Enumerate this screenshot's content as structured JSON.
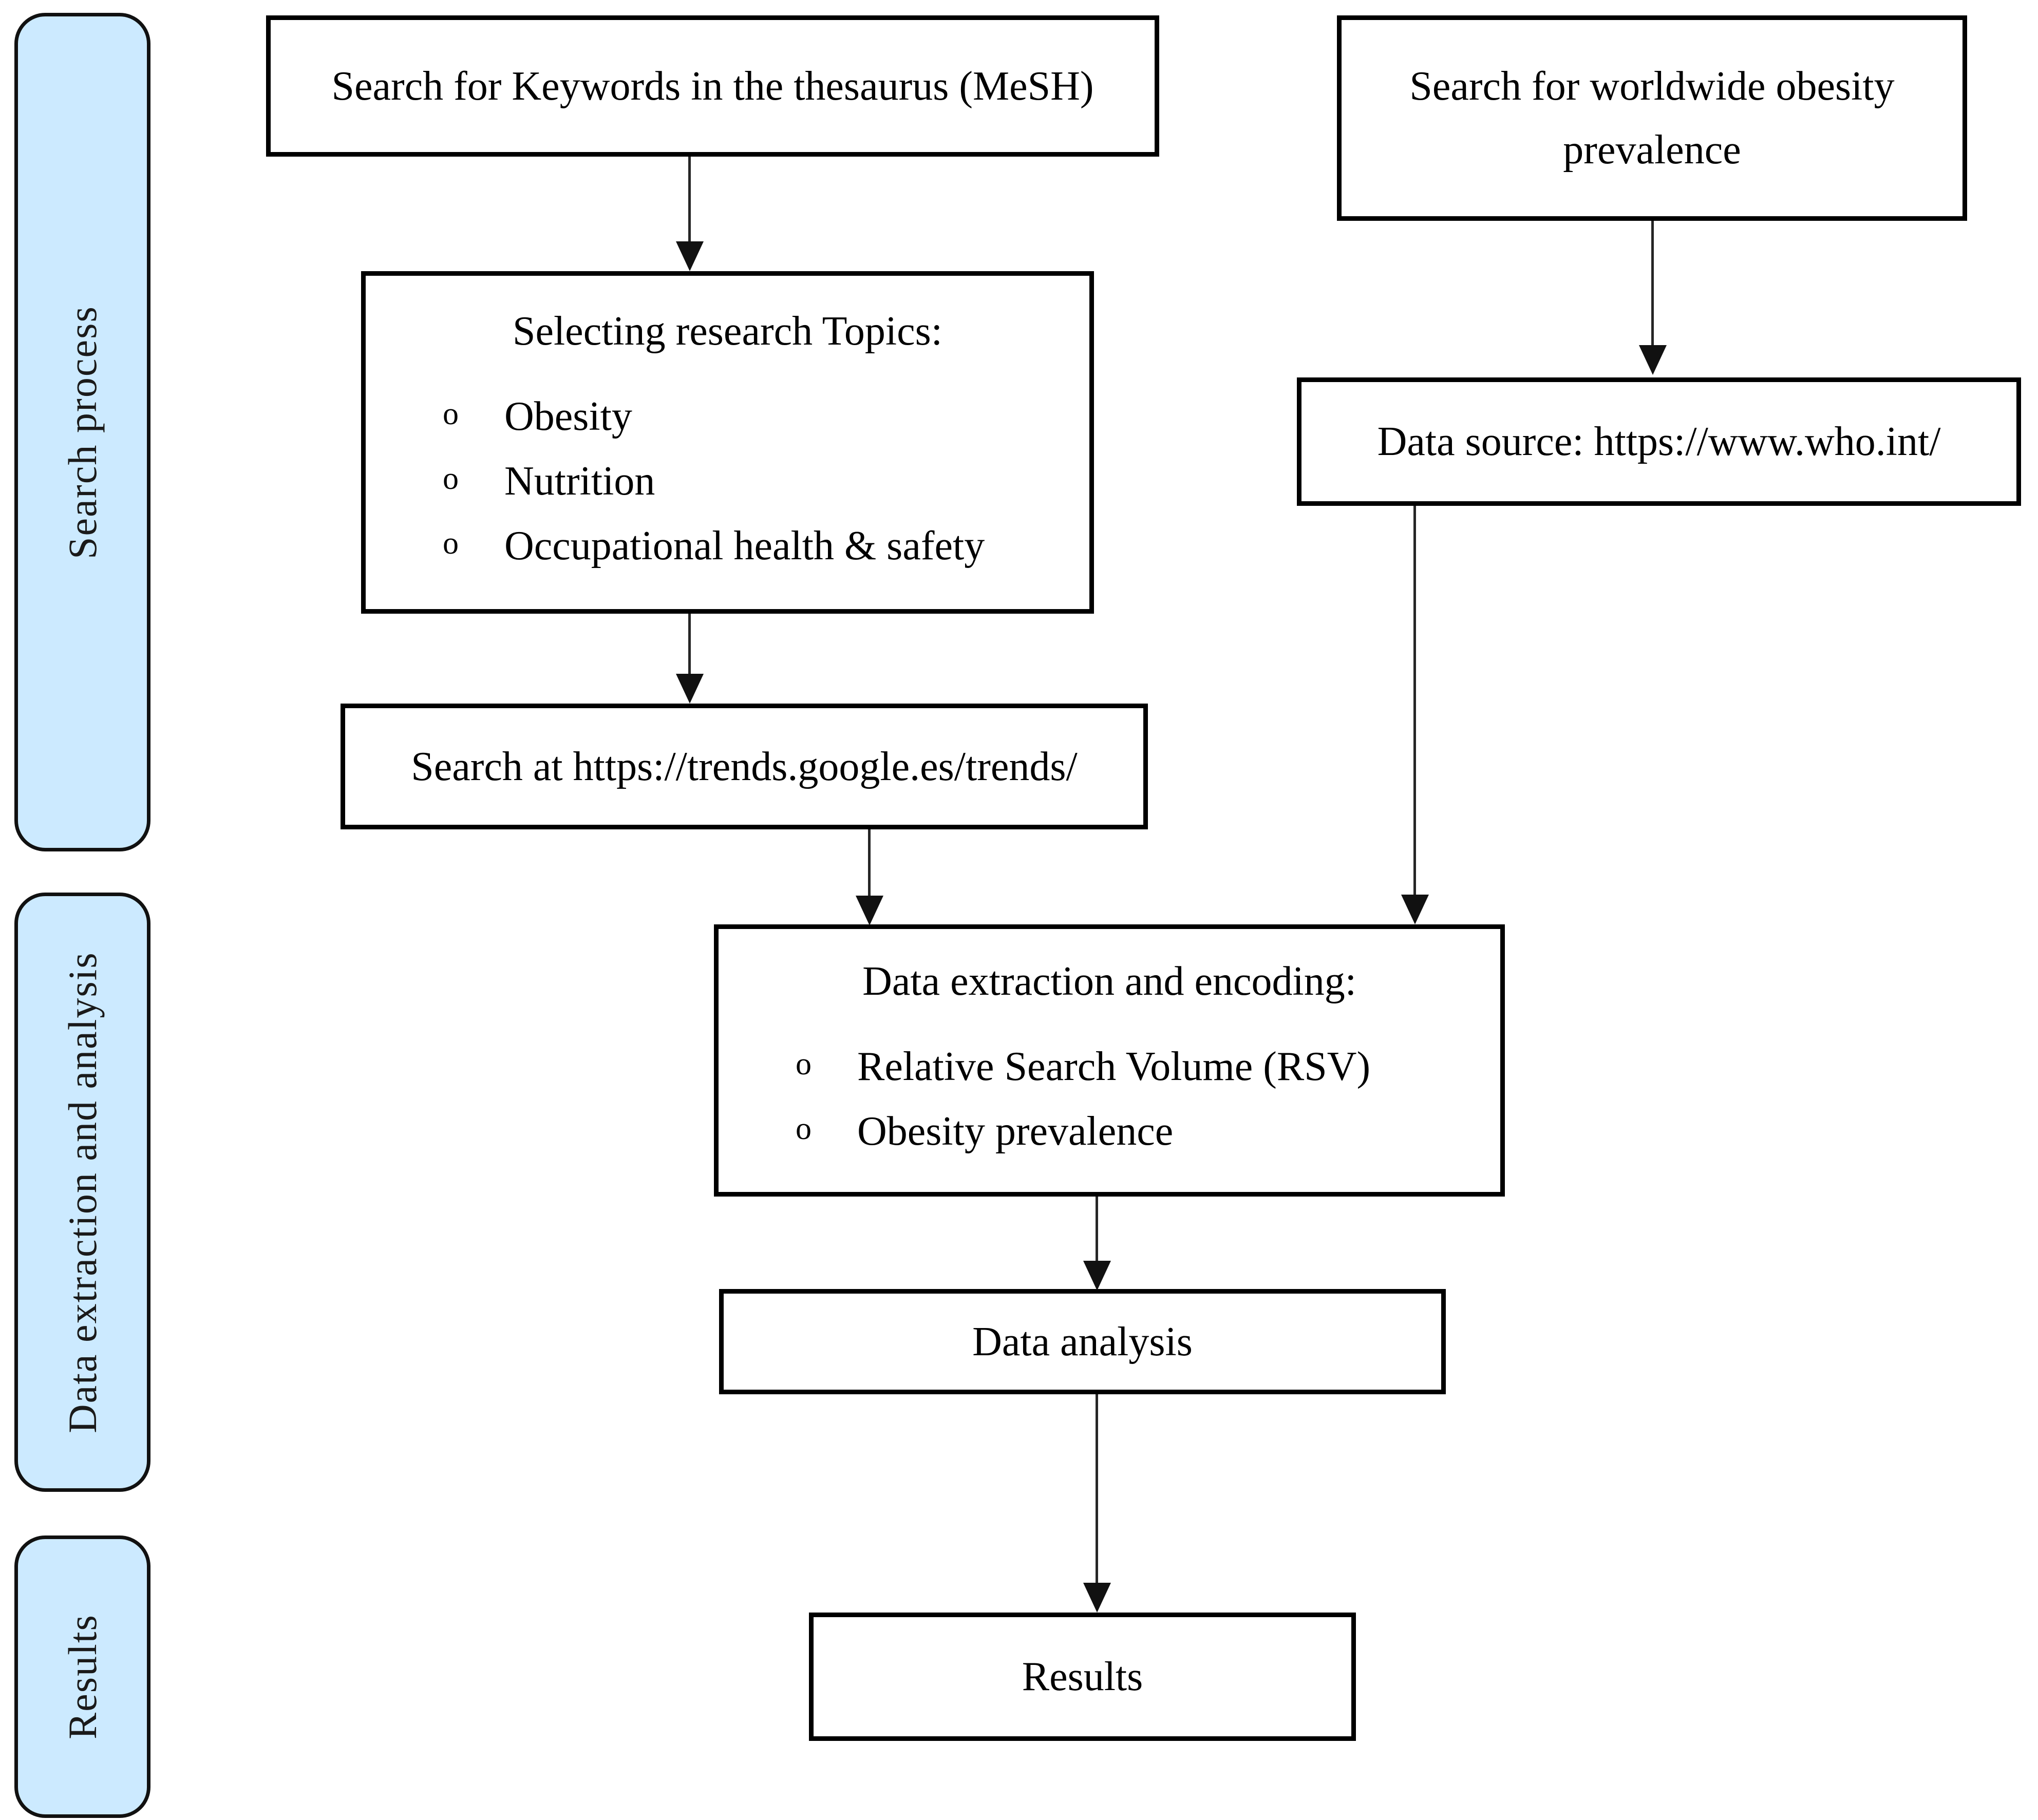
{
  "figure": {
    "type": "flowchart",
    "orientation": "top-to-bottom",
    "accent_color": "#cceaff",
    "line_color": "#000000"
  },
  "phases": [
    {
      "id": "search-process",
      "label": "Search process"
    },
    {
      "id": "data-extraction-and-analysis",
      "label": "Data extraction and analysis"
    },
    {
      "id": "results",
      "label": "Results"
    }
  ],
  "nodes": {
    "mesh_search": {
      "title": "Search for Keywords in the thesaurus (MeSH)"
    },
    "worldwide_obesity": {
      "title": "Search for worldwide obesity prevalence"
    },
    "research_topics": {
      "title": "Selecting research Topics:",
      "items": [
        "Obesity",
        "Nutrition",
        "Occupational health & safety"
      ],
      "bullet": "o"
    },
    "who_source": {
      "title": "Data source: https://www.who.int/"
    },
    "google_trends": {
      "title": "Search at https://trends.google.es/trends/"
    },
    "data_extraction": {
      "title": "Data extraction and encoding:",
      "items": [
        "Relative Search Volume (RSV)",
        "Obesity prevalence"
      ],
      "bullet": "o"
    },
    "data_analysis": {
      "title": "Data analysis"
    },
    "results": {
      "title": "Results"
    }
  },
  "edges": [
    {
      "from": "mesh_search",
      "to": "research_topics"
    },
    {
      "from": "research_topics",
      "to": "google_trends"
    },
    {
      "from": "google_trends",
      "to": "data_extraction"
    },
    {
      "from": "worldwide_obesity",
      "to": "who_source"
    },
    {
      "from": "who_source",
      "to": "data_extraction"
    },
    {
      "from": "data_extraction",
      "to": "data_analysis"
    },
    {
      "from": "data_analysis",
      "to": "results"
    }
  ]
}
